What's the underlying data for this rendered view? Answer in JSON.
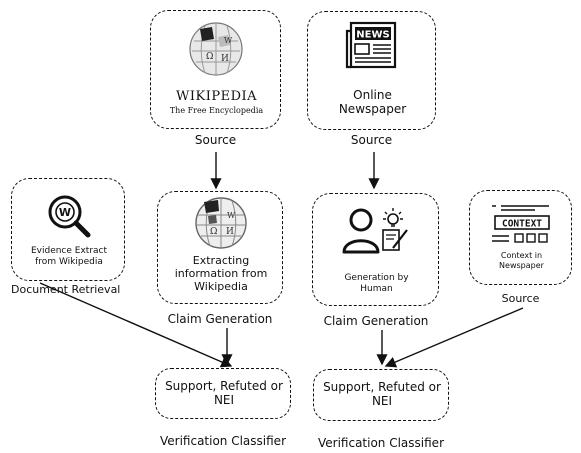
{
  "wiki_source": {
    "logo_title": "WIKIPEDIA",
    "logo_subtitle": "The Free Encyclopedia",
    "caption": "Source"
  },
  "news_source": {
    "icon_text": "NEWS",
    "inner_text": "Online\nNewspaper",
    "caption": "Source"
  },
  "evidence_box": {
    "inner_text": "Evidence Extract\nfrom Wikipedia",
    "caption": "Document Retrieval"
  },
  "wiki_claim": {
    "inner_text": "Extracting\ninformation from\nWikipedia",
    "caption": "Claim Generation"
  },
  "human_claim": {
    "inner_text": "Generation by\nHuman",
    "caption": "Claim Generation"
  },
  "context_box": {
    "icon_text": "CONTEXT",
    "inner_text": "Context in\nNewspaper",
    "caption": "Source"
  },
  "classifier_left": {
    "inner_text": "Support, Refuted or\nNEI",
    "caption": "Verification Classifier"
  },
  "classifier_right": {
    "inner_text": "Support, Refuted or\nNEI",
    "caption": "Verification Classifier"
  }
}
